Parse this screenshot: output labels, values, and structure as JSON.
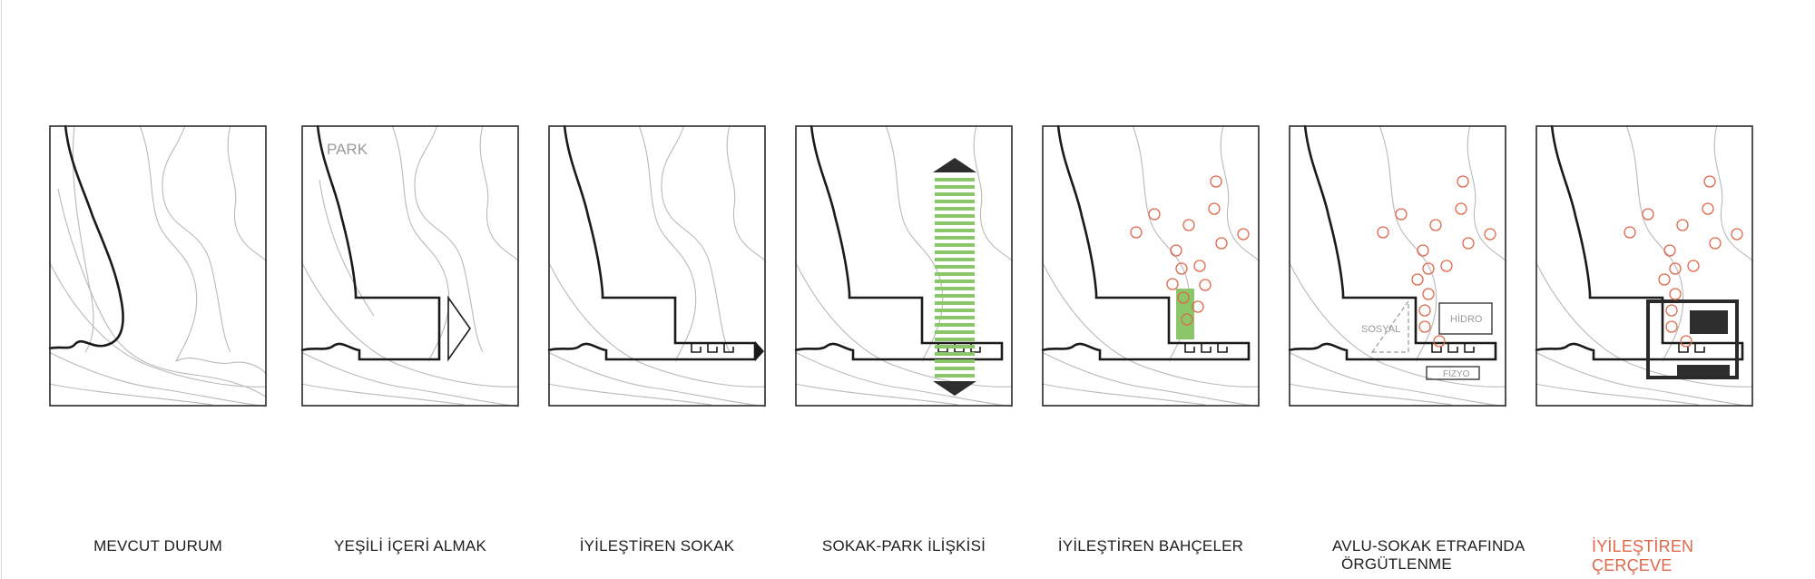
{
  "panels": [
    {
      "caption_line1": "MEVCUT DURUM",
      "caption_line2": ""
    },
    {
      "caption_line1": "YEŞİLİ İÇERİ ALMAK",
      "caption_line2": "",
      "map_label": "PARK"
    },
    {
      "caption_line1": "İYİLEŞTİREN SOKAK",
      "caption_line2": ""
    },
    {
      "caption_line1": "SOKAK-PARK İLİŞKİSİ",
      "caption_line2": ""
    },
    {
      "caption_line1": "İYİLEŞTİREN BAHÇELER",
      "caption_line2": ""
    },
    {
      "caption_line1": "AVLU-SOKAK ETRAFINDA",
      "caption_line2": "ÖRGÜTLENME",
      "labels": {
        "sosyal": "SOSYAL",
        "hidro": "HİDRO",
        "fizyo": "FİZYO"
      }
    },
    {
      "caption_line1": "İYİLEŞTİREN",
      "caption_line2": "ÇERÇEVE"
    }
  ],
  "colors": {
    "accent": "#e0674a",
    "green": "#8cc66a",
    "line": "#1a1a1a",
    "contour": "#b9b9b9"
  }
}
